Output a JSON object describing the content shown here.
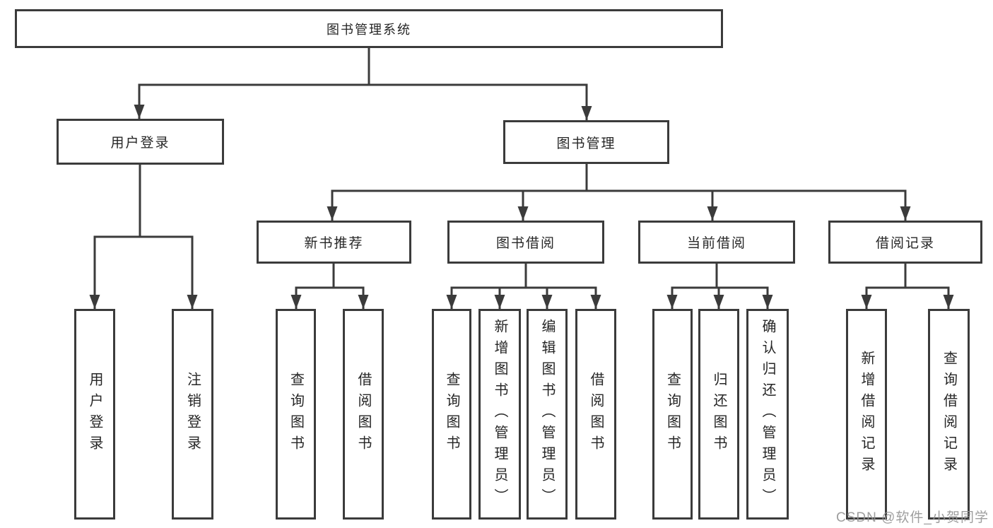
{
  "tree": {
    "root": {
      "label": "图书管理系统"
    },
    "user_login": {
      "label": "用户登录",
      "children": [
        {
          "label": "用户登录"
        },
        {
          "label": "注销登录"
        }
      ]
    },
    "book_management": {
      "label": "图书管理",
      "modules": [
        {
          "label": "新书推荐",
          "children": [
            {
              "label": "查询图书"
            },
            {
              "label": "借阅图书"
            }
          ]
        },
        {
          "label": "图书借阅",
          "children": [
            {
              "label": "查询图书"
            },
            {
              "label": "新增图书（管理员）"
            },
            {
              "label": "编辑图书（管理员）"
            },
            {
              "label": "借阅图书"
            }
          ]
        },
        {
          "label": "当前借阅",
          "children": [
            {
              "label": "查询图书"
            },
            {
              "label": "归还图书"
            },
            {
              "label": "确认归还（管理员）"
            }
          ]
        },
        {
          "label": "借阅记录",
          "children": [
            {
              "label": "新增借阅记录"
            },
            {
              "label": "查询借阅记录"
            }
          ]
        }
      ]
    }
  },
  "watermark": "CSDN @软件_小贺同学"
}
